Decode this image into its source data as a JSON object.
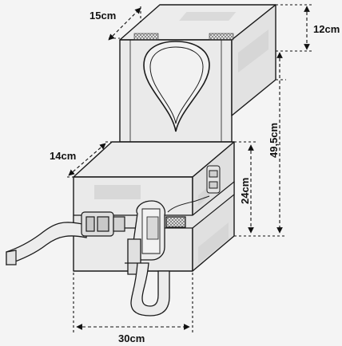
{
  "dimensions": {
    "top_depth": "15cm",
    "top_height": "12cm",
    "total_height": "49,5cm",
    "bottom_depth": "14cm",
    "bottom_height": "24cm",
    "width": "30cm"
  },
  "colors": {
    "background": "#f4f4f4",
    "outline": "#1a1a1a",
    "dim_line": "#111111"
  }
}
